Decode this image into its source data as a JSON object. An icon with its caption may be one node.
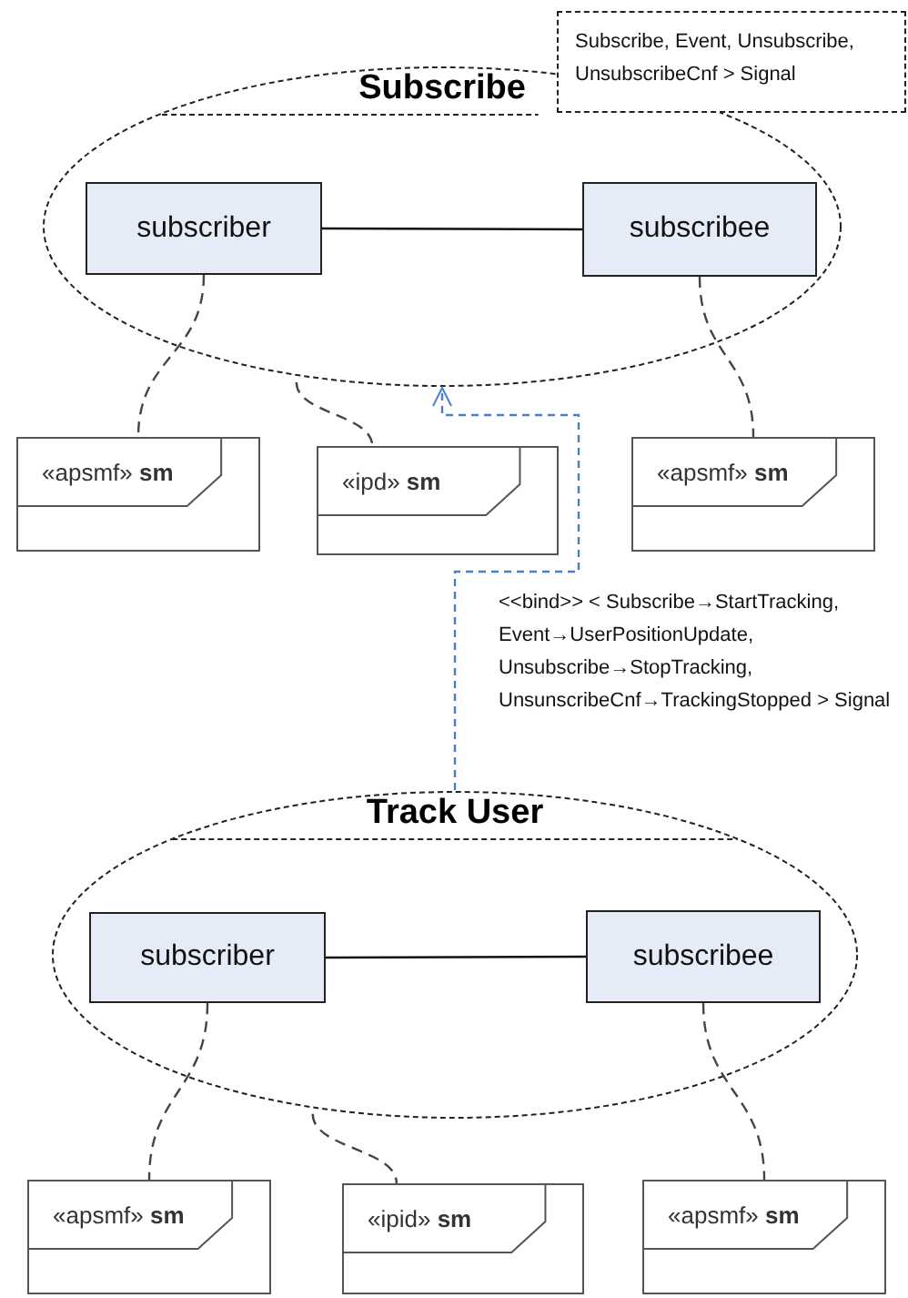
{
  "diagram": {
    "nodes": [
      {
        "text": [
          "Subscribe"
        ]
      },
      {
        "text": [
          "Subscribe, Event, Unsubscribe, UnsubscribeCnf > Signal"
        ]
      },
      {
        "text": [
          "subscriber"
        ],
        "in": 0
      },
      {
        "text": [
          "subscribee"
        ],
        "in": 0
      },
      {
        "text": [
          "«apsmf» **sm**"
        ]
      },
      {
        "text": [
          "«ipd» **sm**"
        ]
      },
      {
        "text": [
          "«apsmf» **sm**"
        ]
      },
      {
        "text": [
          "Track User"
        ]
      },
      {
        "text": [
          "subscriber"
        ],
        "in": 7
      },
      {
        "text": [
          "subscribee"
        ],
        "in": 7
      },
      {
        "text": [
          "«apsmf» **sm**"
        ]
      },
      {
        "text": [
          "«ipid» **sm**"
        ]
      },
      {
        "text": [
          "«apsmf» **sm**"
        ]
      }
    ],
    "edges": [
      {
        "from": 2,
        "to": 3,
        "arrow": "none"
      },
      {
        "from": 2,
        "to": 4,
        "arrow": "none",
        "style": "dashed"
      },
      {
        "from": 0,
        "to": 5,
        "arrow": "none",
        "style": "dashed"
      },
      {
        "from": 3,
        "to": 6,
        "arrow": "none",
        "style": "dashed"
      },
      {
        "from": 7,
        "to": 0,
        "arrow": "to",
        "style": "dashed",
        "color": "#4a7fd0",
        "label": "<<bind>> < Subscribe→StartTracking, Event→UserPositionUpdate, Unsubscribe→StopTracking, UnsunscribeCnf→TrackingStopped > Signal"
      },
      {
        "from": 8,
        "to": 9,
        "arrow": "none"
      },
      {
        "from": 8,
        "to": 10,
        "arrow": "none",
        "style": "dashed"
      },
      {
        "from": 7,
        "to": 11,
        "arrow": "none",
        "style": "dashed"
      },
      {
        "from": 9,
        "to": 12,
        "arrow": "none",
        "style": "dashed"
      }
    ]
  }
}
